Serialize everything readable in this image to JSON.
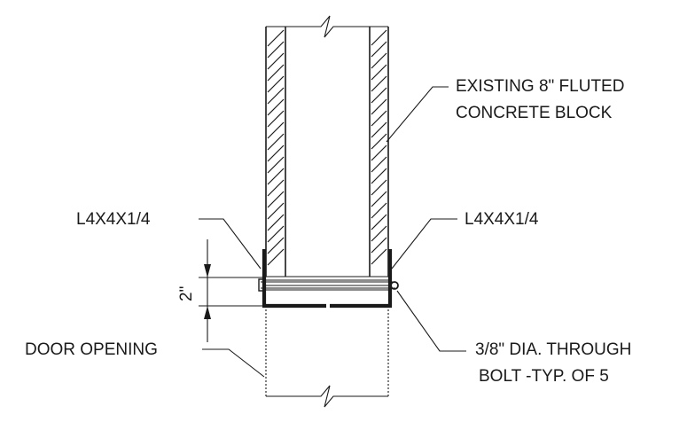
{
  "labels": {
    "block_line1": "EXISTING 8\" FLUTED",
    "block_line2": "CONCRETE BLOCK",
    "angle_left": "L4X4X1/4",
    "angle_right": "L4X4X1/4",
    "dimension": "2\"",
    "door_opening": "DOOR OPENING",
    "bolt_line1": "3/8\" DIA. THROUGH",
    "bolt_line2": "BOLT -TYP. OF 5"
  },
  "colors": {
    "ink": "#1a1a1a",
    "background": "#ffffff"
  }
}
